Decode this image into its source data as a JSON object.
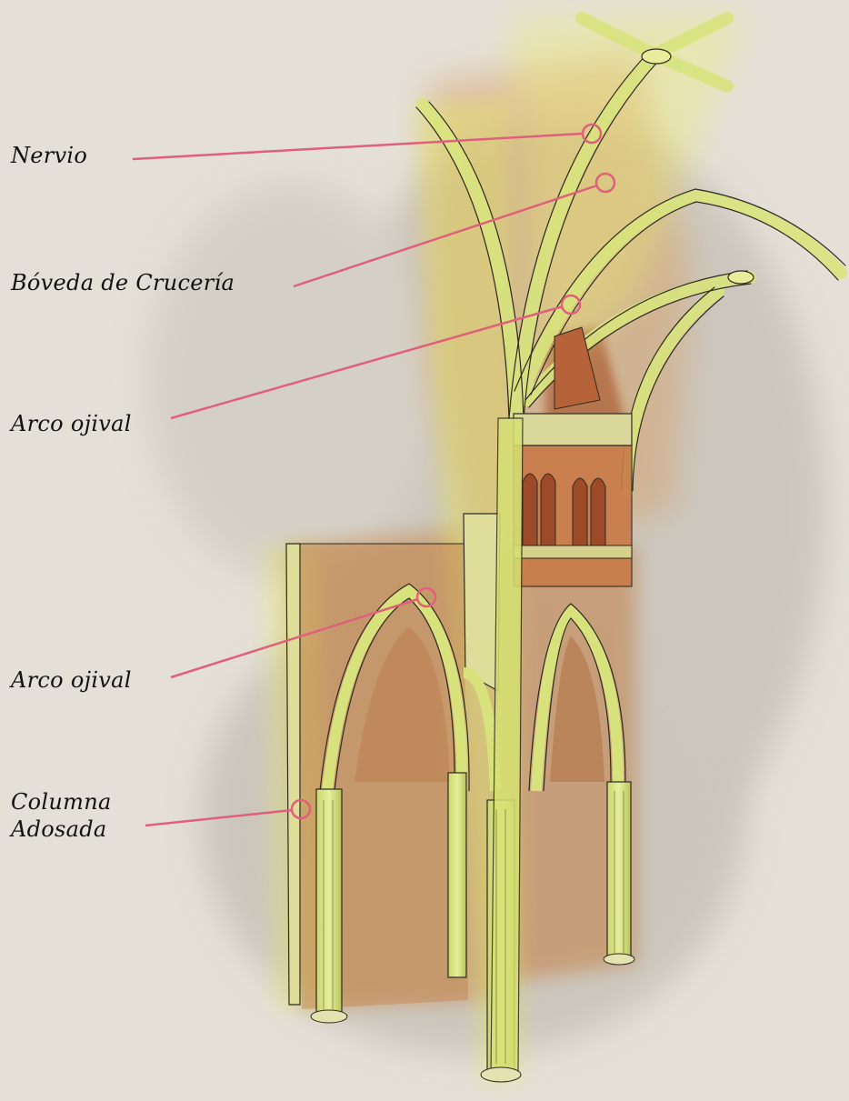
{
  "diagram": {
    "labels": [
      {
        "id": "nervio",
        "text": "Nervio"
      },
      {
        "id": "boveda",
        "text": "Bóveda de Crucería"
      },
      {
        "id": "arco-superior",
        "text": "Arco ojival"
      },
      {
        "id": "arco-inferior",
        "text": "Arco ojival"
      },
      {
        "id": "columna",
        "lines": [
          "Columna",
          "Adosada"
        ]
      }
    ],
    "colors": {
      "background": "#e4e0d7",
      "leader_line": "#e0607c",
      "structure_fill": "#d9e58a",
      "wall_wash": "#c8905a",
      "ink": "#2e2a22",
      "text": "#121212"
    }
  }
}
